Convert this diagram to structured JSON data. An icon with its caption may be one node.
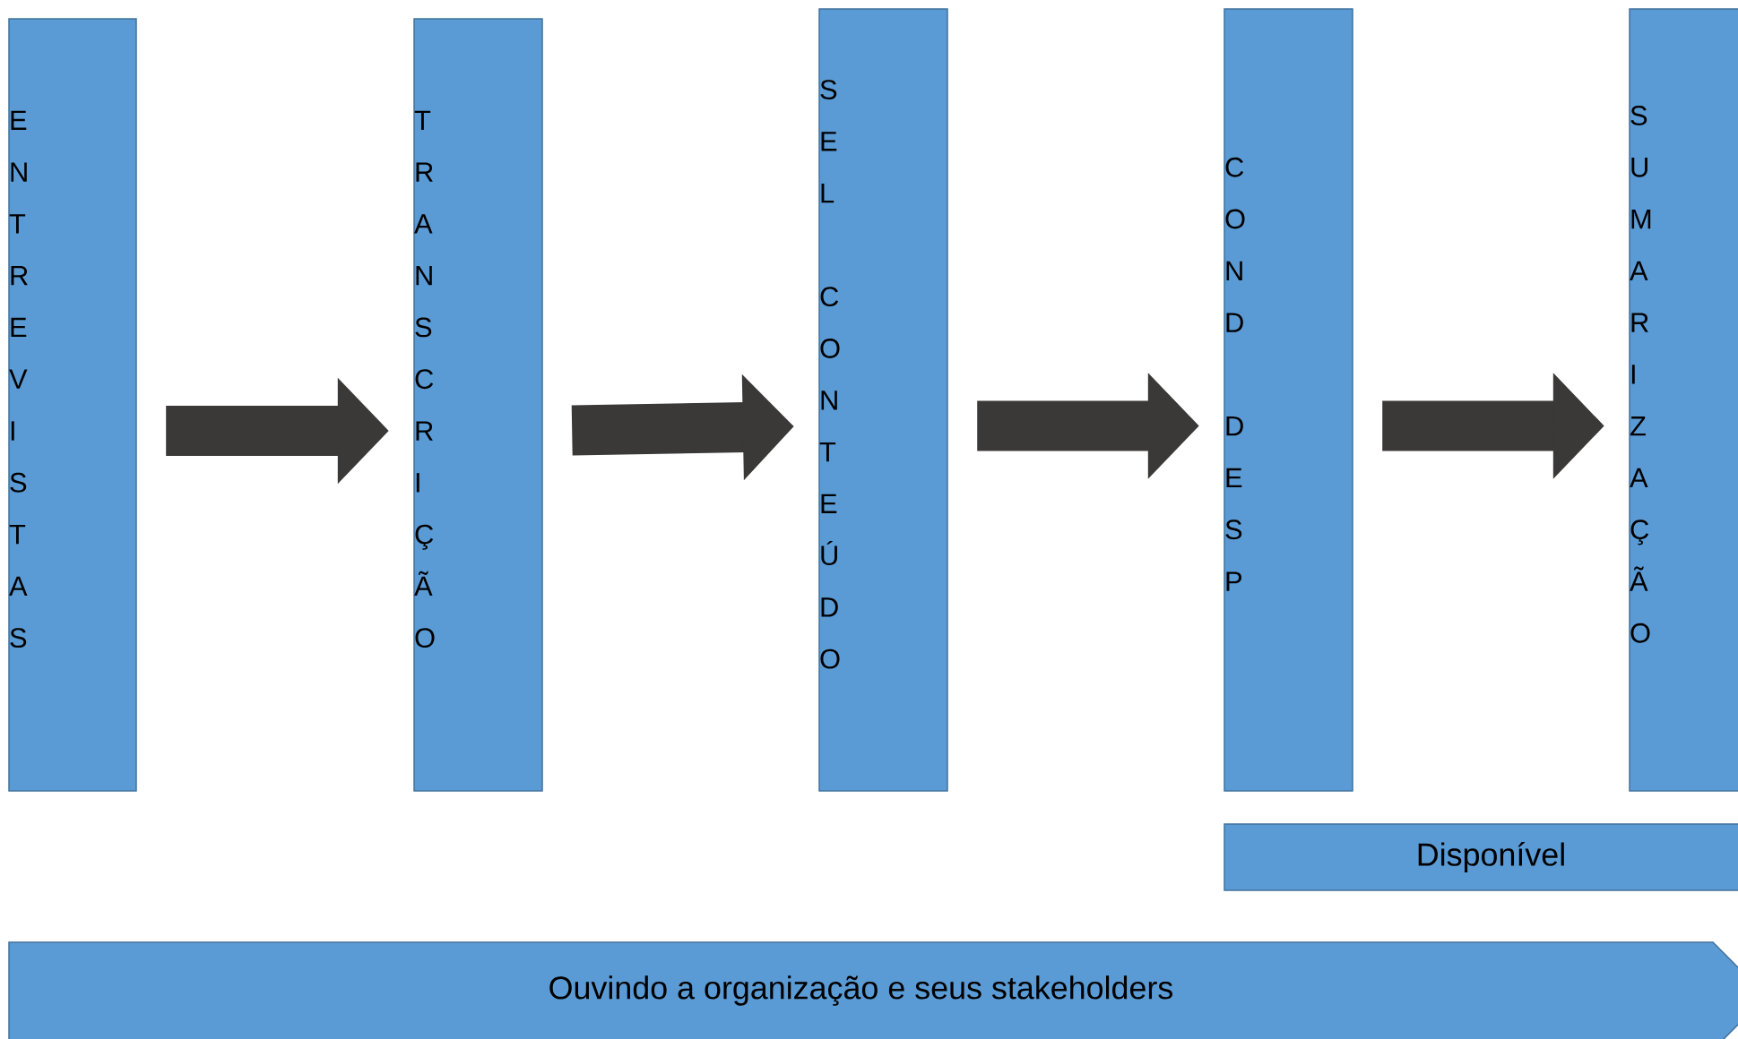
{
  "diagram": {
    "nodes": [
      {
        "text": [
          "ENTREVISTAS"
        ]
      },
      {
        "text": [
          "TRANSCRIÇÃO"
        ]
      },
      {
        "text": [
          "SEL CONTEÚDO"
        ]
      },
      {
        "text": [
          "COND DESP"
        ]
      },
      {
        "text": [
          "SUMARIZAÇÃO"
        ]
      },
      {
        "text": [
          "Disponível"
        ]
      },
      {
        "text": [
          "Ouvindo a organização e seus stakeholders"
        ]
      }
    ],
    "edges": [
      {
        "from": 0,
        "to": 1,
        "arrow": "to"
      },
      {
        "from": 1,
        "to": 2,
        "arrow": "to"
      },
      {
        "from": 2,
        "to": 3,
        "arrow": "to"
      },
      {
        "from": 3,
        "to": 4,
        "arrow": "to"
      }
    ]
  }
}
